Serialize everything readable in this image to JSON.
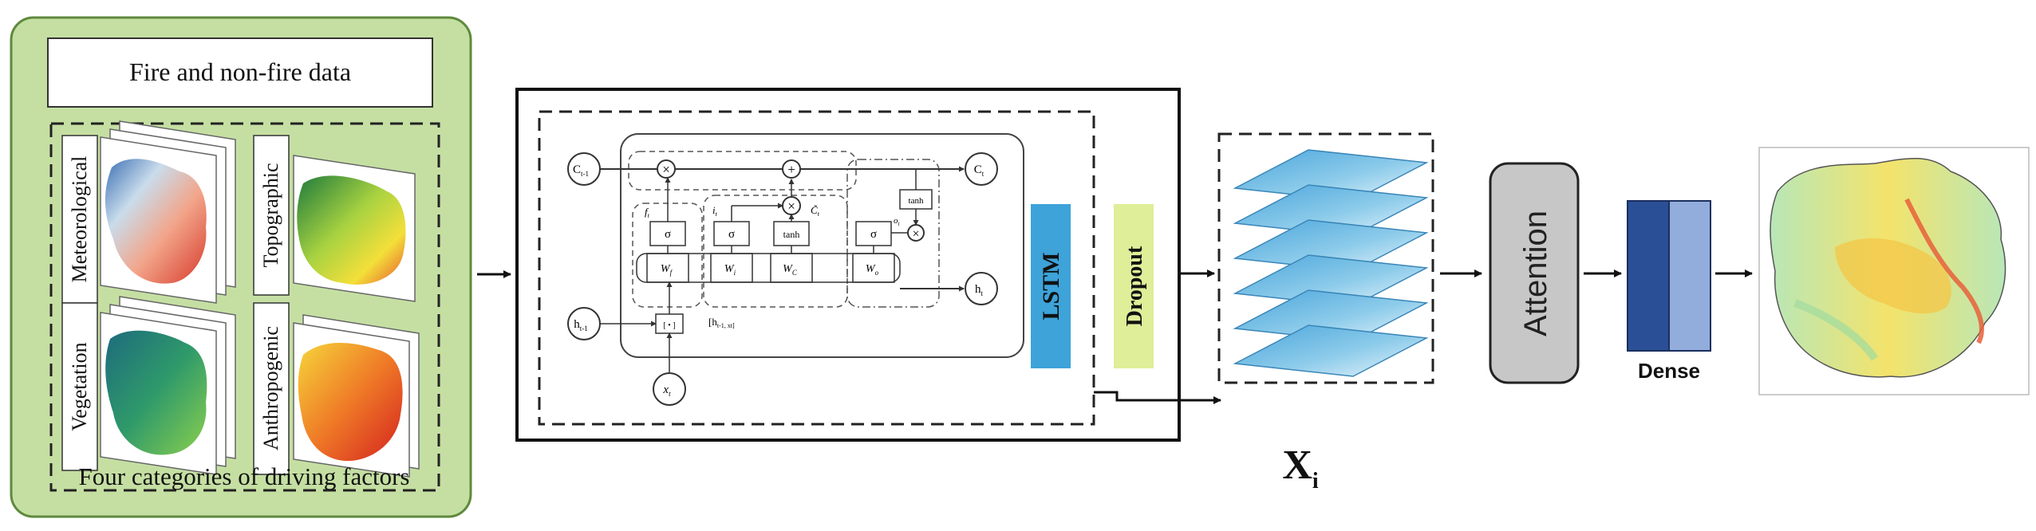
{
  "panel": {
    "data_label": "Fire and non-fire data",
    "caption": "Four categories of driving factors",
    "factors": [
      "Meteorological",
      "Topographic",
      "Vegetation",
      "Anthropogenic"
    ]
  },
  "lstm": {
    "cell_prev": "C",
    "cell_prev_sub": "t-1",
    "cell_out": "C",
    "cell_out_sub": "t",
    "hidden_prev": "h",
    "hidden_prev_sub": "t-1",
    "hidden_out": "h",
    "hidden_out_sub": "t",
    "input": "x",
    "input_sub": "t",
    "sigma": "σ",
    "tanh": "tanh",
    "concat": "[h",
    "concat_rest": "t-1, x",
    "concat_end": "t]",
    "w_f": "W",
    "w_f_sub": "f",
    "w_i": "W",
    "w_i_sub": "i",
    "w_c": "W",
    "w_c_sub": "C",
    "w_o": "W",
    "w_o_sub": "o",
    "f_label": "f",
    "f_sub": "t",
    "i_label": "i",
    "i_sub": "t",
    "c_label": "C̃",
    "c_sub": "t",
    "o_label": "o",
    "o_sub": "t",
    "concat_box": "[ • ]",
    "lstm_label": "LSTM",
    "dropout_label": "Dropout"
  },
  "output": {
    "x_label": "X",
    "x_sub": "i",
    "attention_label": "Attention",
    "dense_label": "Dense"
  },
  "colors": {
    "panel_fill": "#c5dfa3",
    "panel_border": "#5e8a3c",
    "lstm_bar": "#3da3d9",
    "dropout_bar": "#dfee98",
    "attention_fill": "#c7c7c7",
    "dense_dark": "#2b4f96",
    "dense_light": "#92acdb",
    "layer_top": "#5ab1e0",
    "layer_bottom": "#e3f3fb"
  }
}
